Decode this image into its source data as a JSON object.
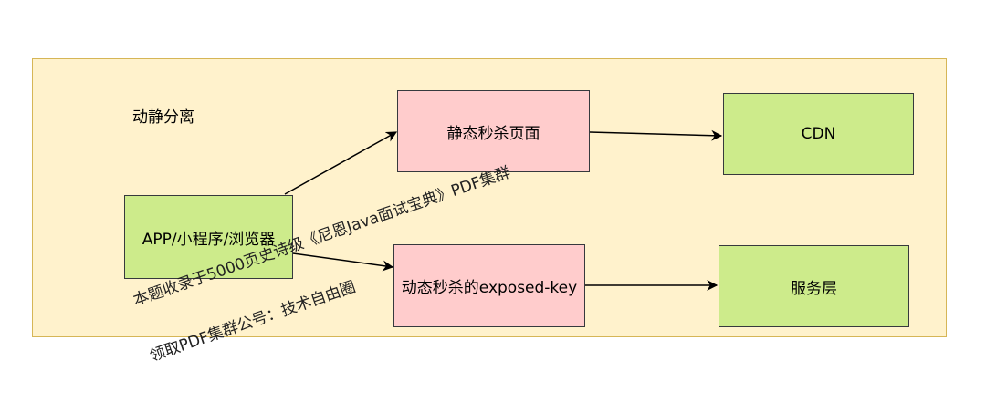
{
  "diagram": {
    "group_label": "动静分离",
    "nodes": {
      "app": "APP/小程序/浏览器",
      "static_page": "静态秒杀页面",
      "cdn": "CDN",
      "dynamic_key": "动态秒杀的exposed-key",
      "service_layer": "服务层"
    },
    "edges": [
      {
        "from": "app",
        "to": "static_page"
      },
      {
        "from": "app",
        "to": "dynamic_key"
      },
      {
        "from": "static_page",
        "to": "cdn"
      },
      {
        "from": "dynamic_key",
        "to": "service_layer"
      }
    ]
  },
  "watermark": {
    "line1": "本题收录于5000页史诗级《尼恩Java面试宝典》PDF集群",
    "line2": "领取PDF集群公号：技术自由圈"
  },
  "colors": {
    "group_fill": "#fff2cc",
    "group_border": "#d6b656",
    "green_fill": "#cdeb8b",
    "pink_fill": "#ffcccc",
    "node_border": "#36393d"
  }
}
